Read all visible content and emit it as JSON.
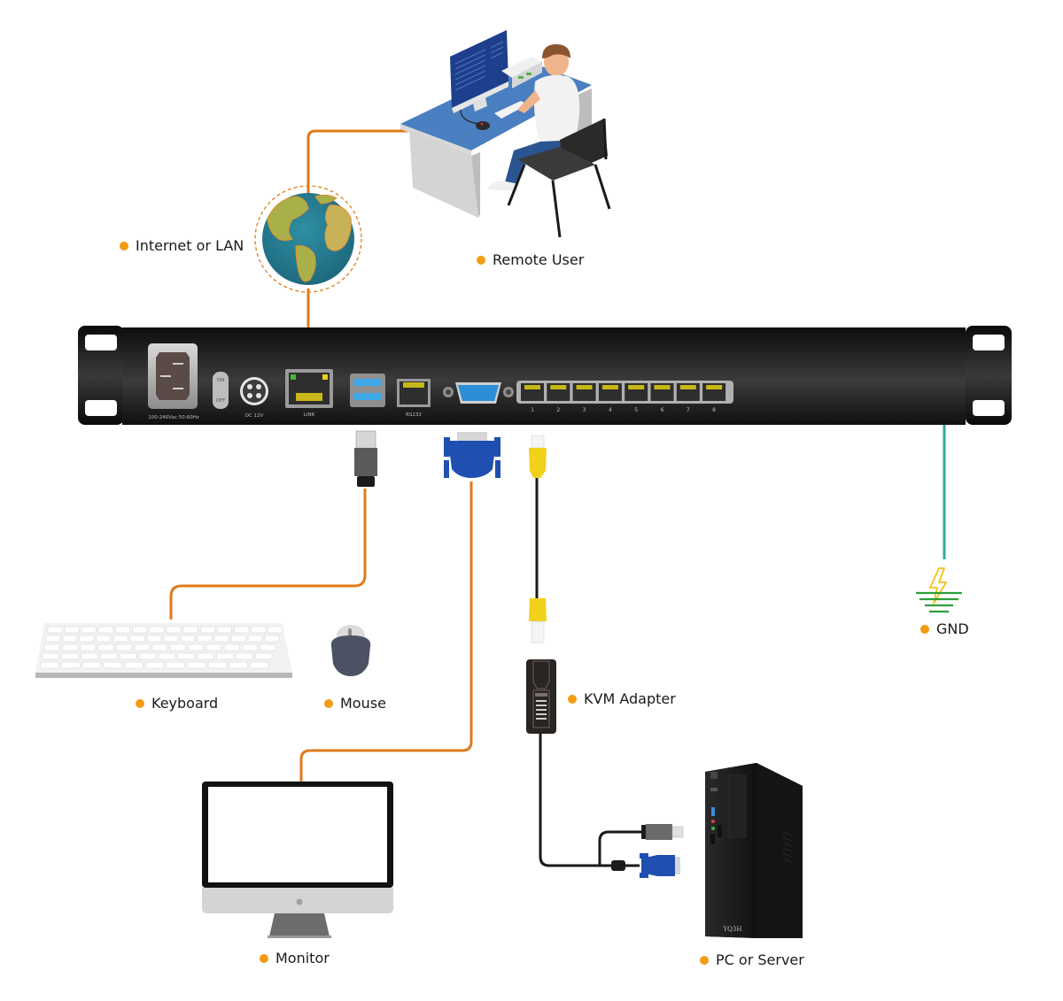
{
  "diagram": {
    "type": "kvm-over-ip-connection-diagram",
    "colors": {
      "lan_cable": "#e07b1a",
      "console_cable": "#e07b1a",
      "server_cable": "#1a1a1a",
      "ground_cable": "#2fa8a0",
      "label_dot": "#f39c12",
      "switch_body": "#1c1c1c",
      "vga_blue": "#1f4fb0",
      "rj45_yellow": "#f2d11b",
      "ground_symbol": "#2e9e3a",
      "lightning": "#f2c318"
    },
    "labels": {
      "internet": "Internet or LAN",
      "remote_user": "Remote User",
      "keyboard": "Keyboard",
      "mouse": "Mouse",
      "monitor": "Monitor",
      "kvm_adapter": "KVM Adapter",
      "pc_server": "PC or Server",
      "gnd": "GND"
    },
    "switch_panel": {
      "power_label": "100-240Vac 50-60Hz",
      "power_switch_on": "ON",
      "power_switch_off": "OFF",
      "dc_label": "DC 12V",
      "lan_label": "LINK",
      "serial_label": "RS232",
      "ports": [
        "1",
        "2",
        "3",
        "4",
        "5",
        "6",
        "7",
        "8"
      ]
    },
    "pc_brand": "YQ3H",
    "connections": [
      {
        "from": "Remote User",
        "to": "Internet or LAN",
        "via": "network"
      },
      {
        "from": "Internet or LAN",
        "to": "LINK",
        "via": "ethernet"
      },
      {
        "from": "USB",
        "to": "Keyboard",
        "via": "usb"
      },
      {
        "from": "VGA",
        "to": "Monitor",
        "via": "vga"
      },
      {
        "from": "Port",
        "to": "KVM Adapter",
        "via": "rj45"
      },
      {
        "from": "KVM Adapter",
        "to": "PC or Server",
        "via": "usb+vga"
      },
      {
        "from": "Chassis",
        "to": "GND",
        "via": "ground"
      }
    ]
  }
}
